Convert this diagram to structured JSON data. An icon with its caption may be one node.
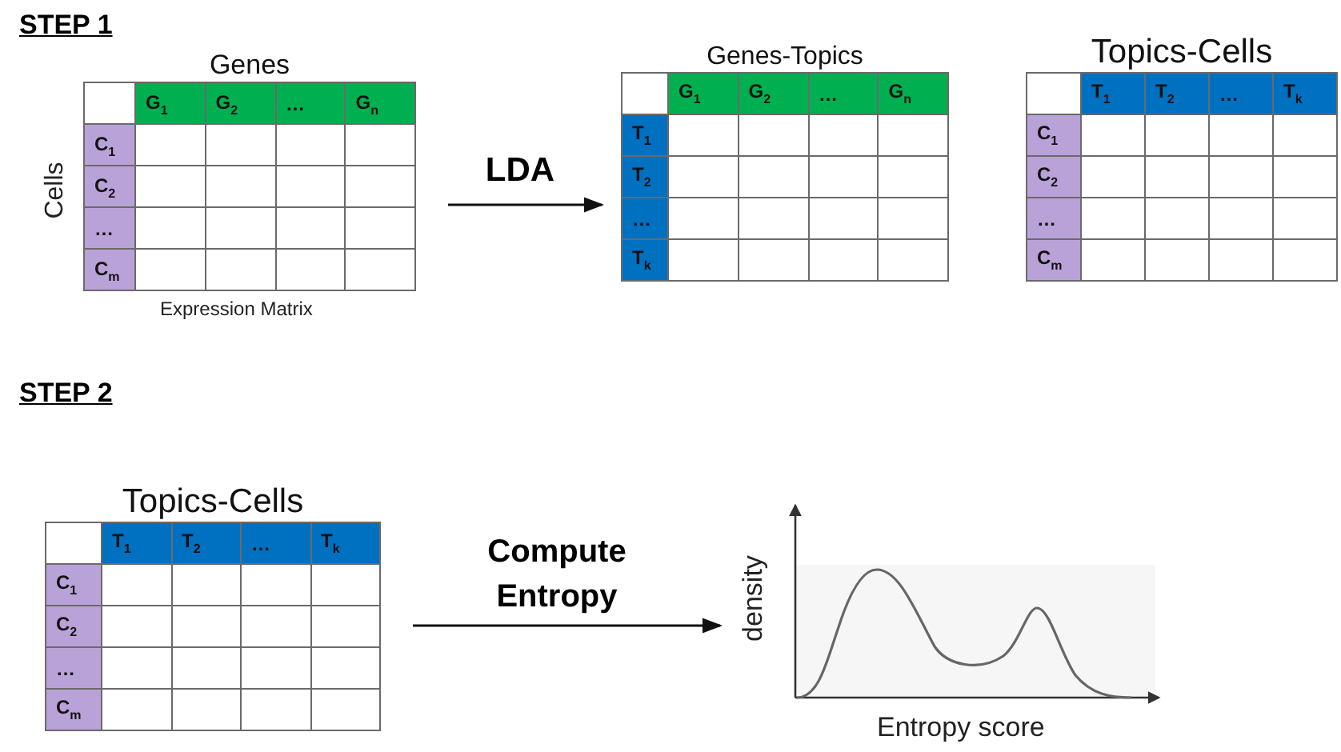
{
  "diagram": {
    "nodes": [
      {
        "text": [
          "Genes",
          "G$_{1}$",
          "G$_{2}$",
          "…",
          "G$_{n}$",
          "C$_{1}$",
          "C$_{2}$",
          "…",
          "C$_{m}$"
        ],
        "beside": [
          "Cells",
          "Expression Matrix"
        ]
      },
      {
        "text": [
          "Genes-Topics",
          "G$_{1}$",
          "G$_{2}$",
          "…",
          "G$_{n}$",
          "T$_{1}$",
          "T$_{2}$",
          "…",
          "T$_{k}$"
        ]
      },
      {
        "text": [
          "Topics-Cells",
          "T$_{1}$",
          "T$_{2}$",
          "…",
          "T$_{k}$",
          "C$_{1}$",
          "C$_{2}$",
          "…",
          "C$_{m}$"
        ]
      },
      {
        "text": [
          "Topics-Cells",
          "T$_{1}$",
          "T$_{2}$",
          "…",
          "T$_{k}$",
          "C$_{1}$",
          "C$_{2}$",
          "…",
          "C$_{m}$"
        ]
      },
      {
        "text": [
          "density",
          "Entropy score"
        ]
      }
    ],
    "edges": [
      {
        "from": 0,
        "to": 1,
        "arrow": "to",
        "label": "LDA"
      },
      {
        "from": 3,
        "to": 4,
        "arrow": "to",
        "label": "Compute Entropy"
      }
    ],
    "labels": [
      "STEP 1",
      "STEP 2"
    ]
  }
}
